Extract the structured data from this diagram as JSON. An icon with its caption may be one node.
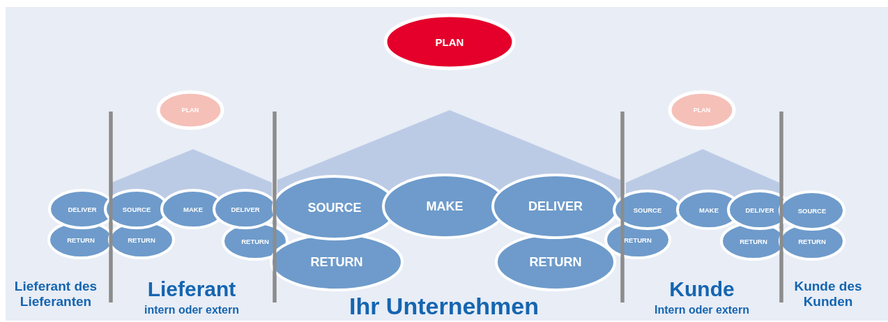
{
  "diagram": {
    "nodes": [
      {
        "text": [
          "PLAN"
        ]
      },
      {
        "text": [
          "PLAN"
        ]
      },
      {
        "text": [
          "PLAN"
        ]
      },
      {
        "text": [
          "DELIVER"
        ]
      },
      {
        "text": [
          "SOURCE"
        ]
      },
      {
        "text": [
          "MAKE"
        ]
      },
      {
        "text": [
          "DELIVER"
        ]
      },
      {
        "text": [
          "SOURCE"
        ]
      },
      {
        "text": [
          "MAKE"
        ]
      },
      {
        "text": [
          "DELIVER"
        ]
      },
      {
        "text": [
          "SOURCE"
        ]
      },
      {
        "text": [
          "MAKE"
        ]
      },
      {
        "text": [
          "DELIVER"
        ]
      },
      {
        "text": [
          "SOURCE"
        ]
      },
      {
        "text": [
          "RETURN"
        ]
      },
      {
        "text": [
          "RETURN"
        ]
      },
      {
        "text": [
          "RETURN"
        ]
      },
      {
        "text": [
          "RETURN"
        ]
      },
      {
        "text": [
          "RETURN"
        ]
      },
      {
        "text": [
          "RETURN"
        ]
      },
      {
        "text": [
          "RETURN"
        ]
      },
      {
        "text": [
          "RETURN"
        ]
      }
    ],
    "labels": [
      "Lieferant des Lieferanten",
      "Lieferant",
      "intern oder extern",
      "Ihr Unternehmen",
      "Kunde",
      "Intern oder extern",
      "Kunde des Kunden"
    ]
  }
}
